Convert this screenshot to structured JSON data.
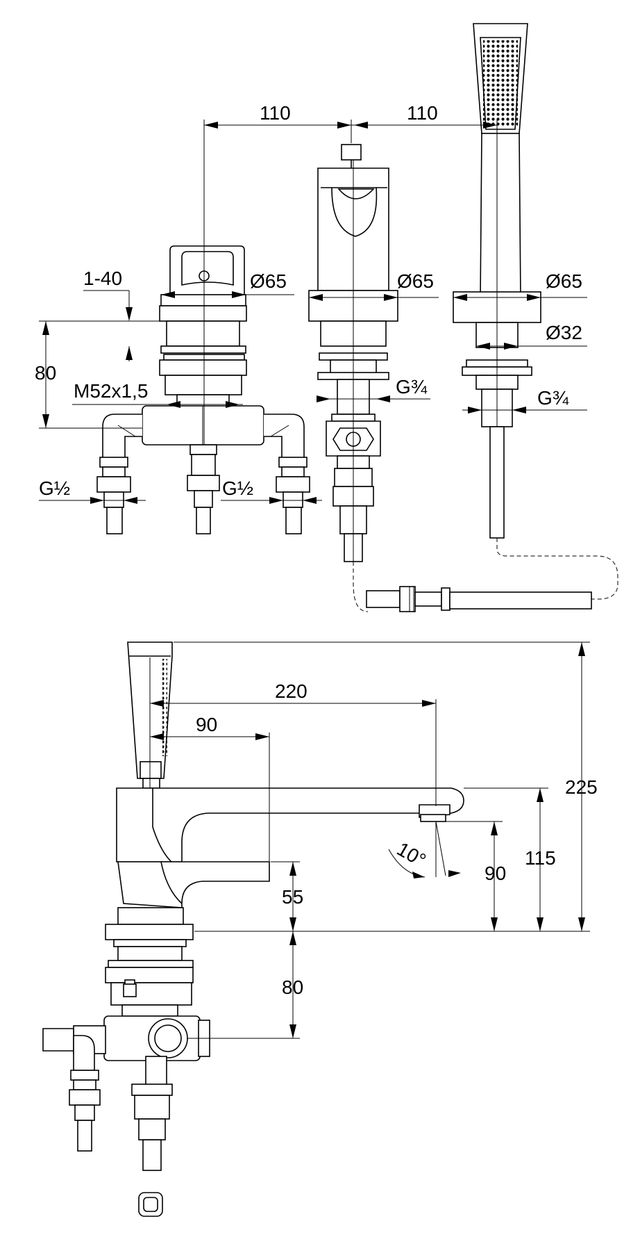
{
  "dimensions": {
    "top_spacing_left": "110",
    "top_spacing_right": "110",
    "clamp_range": "1-40",
    "diameter_mixer": "Ø65",
    "diameter_spout": "Ø65",
    "diameter_shower": "Ø65",
    "diameter_hose_holder": "Ø32",
    "height_under_deck": "80",
    "thread_mixer": "M52x1,5",
    "thread_spout": "G¾",
    "thread_shower": "G¾",
    "inlet_left": "G½",
    "inlet_right": "G½",
    "spout_reach": "220",
    "handle_reach": "90",
    "outlet_angle": "10°",
    "outlet_height": "90",
    "spout_height": "115",
    "total_height": "225",
    "handle_height": "55",
    "body_depth": "80"
  }
}
